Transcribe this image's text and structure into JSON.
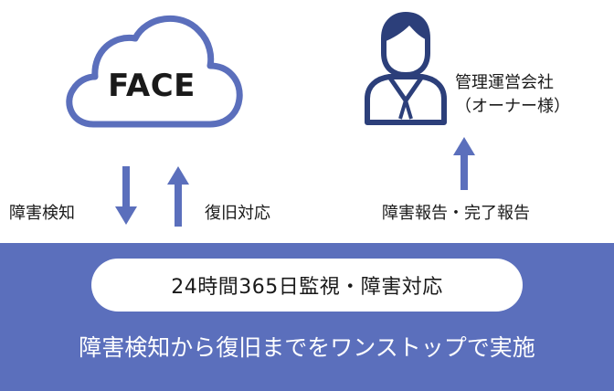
{
  "colors": {
    "accent": "#5b6fbc",
    "icon_stroke": "#2c3f7a",
    "arrow": "#5b6fbc"
  },
  "cloud": {
    "label": "FACE",
    "icon": "cloud-icon"
  },
  "owner": {
    "icon": "person-icon",
    "line1": "管理運営会社",
    "line2": "（オーナー様）"
  },
  "arrows": {
    "down_label": "障害検知",
    "up_label": "復旧対応",
    "report_label": "障害報告・完了報告"
  },
  "band": {
    "pill_text": "24時間365日監視・障害対応",
    "tagline": "障害検知から復旧までをワンストップで実施"
  }
}
